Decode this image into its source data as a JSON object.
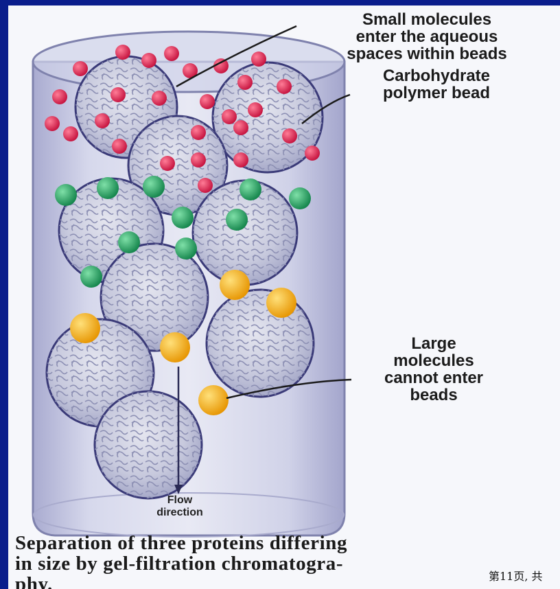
{
  "labels": {
    "small_molecules": [
      "Small molecules",
      "enter the aqueous",
      "spaces within beads"
    ],
    "bead": [
      "Carbohydrate",
      "polymer bead"
    ],
    "large_molecules": [
      "Large",
      "molecules",
      "cannot enter",
      "beads"
    ],
    "flow": [
      "Flow",
      "direction"
    ]
  },
  "caption": [
    "Separation of three proteins differing",
    "in size by gel-filtration chromatogra-",
    "phy."
  ],
  "page_number": "第11页, 共",
  "colors": {
    "slide_border": "#0a1d8c",
    "small_protein": "#d8204a",
    "medium_protein": "#1e9a58",
    "large_protein": "#f2a91c",
    "bead_outline": "#3a3a78",
    "column": "#b7b9d8"
  }
}
